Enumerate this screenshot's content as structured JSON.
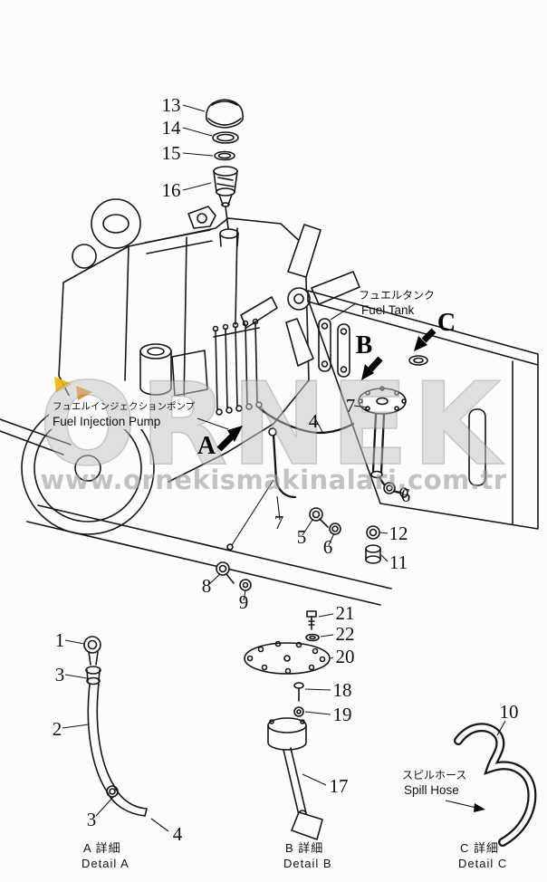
{
  "watermark": {
    "brand": "ORNEK",
    "url": "www.ornekismakinalari.com.tr"
  },
  "views": {
    "a": "A",
    "b": "B",
    "c": "C"
  },
  "numbers": {
    "1": "1",
    "2": "2",
    "3": "3",
    "4": "4",
    "5": "5",
    "6": "6",
    "7": "7",
    "8": "8",
    "9": "9",
    "10": "10",
    "11": "11",
    "12": "12",
    "13": "13",
    "14": "14",
    "15": "15",
    "16": "16",
    "17": "17",
    "18": "18",
    "19": "19",
    "20": "20",
    "21": "21",
    "22": "22"
  },
  "labels": {
    "fuel_tank_jp": "フュエルタンク",
    "fuel_tank_en": "Fuel Tank",
    "injection_pump_jp": "フュエルインジェクションポンプ",
    "injection_pump_en": "Fuel Injection Pump",
    "spill_hose_jp": "スピルホース",
    "spill_hose_en": "Spill Hose"
  },
  "details": {
    "a": {
      "jp": "A 詳細",
      "en": "Detail A"
    },
    "b": {
      "jp": "B 詳細",
      "en": "Detail B"
    },
    "c": {
      "jp": "C 詳細",
      "en": "Detail C"
    }
  }
}
